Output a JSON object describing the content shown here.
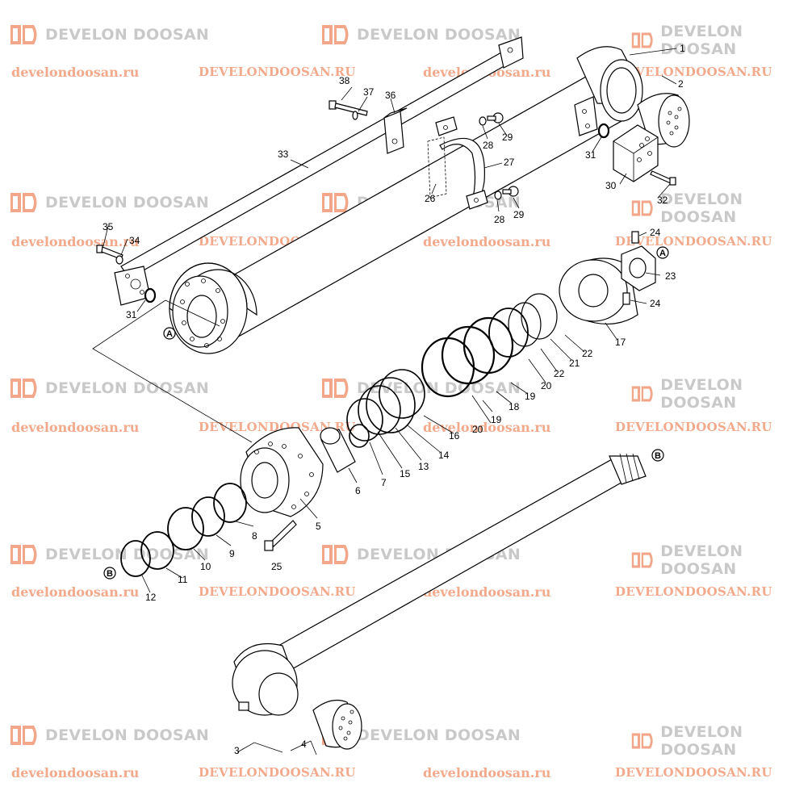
{
  "watermarks": {
    "brand": "DEVELON DOOSAN",
    "url_lower": "develondoosan.ru",
    "url_upper": "DEVELONDOOSAN.RU"
  },
  "callouts": {
    "A": "A",
    "B": "B"
  },
  "part_numbers": {
    "p1": "1",
    "p2": "2",
    "p3": "3",
    "p4": "4",
    "p5": "5",
    "p6": "6",
    "p7": "7",
    "p8": "8",
    "p9": "9",
    "p10": "10",
    "p11": "11",
    "p12": "12",
    "p13": "13",
    "p14": "14",
    "p15": "15",
    "p16": "16",
    "p17": "17",
    "p18": "18",
    "p19a": "19",
    "p19b": "19",
    "p20a": "20",
    "p20b": "20",
    "p21": "21",
    "p22a": "22",
    "p22b": "22",
    "p23": "23",
    "p24a": "24",
    "p24b": "24",
    "p25": "25",
    "p26": "26",
    "p27": "27",
    "p28a": "28",
    "p28b": "28",
    "p29a": "29",
    "p29b": "29",
    "p30": "30",
    "p31a": "31",
    "p31b": "31",
    "p32": "32",
    "p33": "33",
    "p34": "34",
    "p35": "35",
    "p36": "36",
    "p37": "37",
    "p38": "38"
  }
}
